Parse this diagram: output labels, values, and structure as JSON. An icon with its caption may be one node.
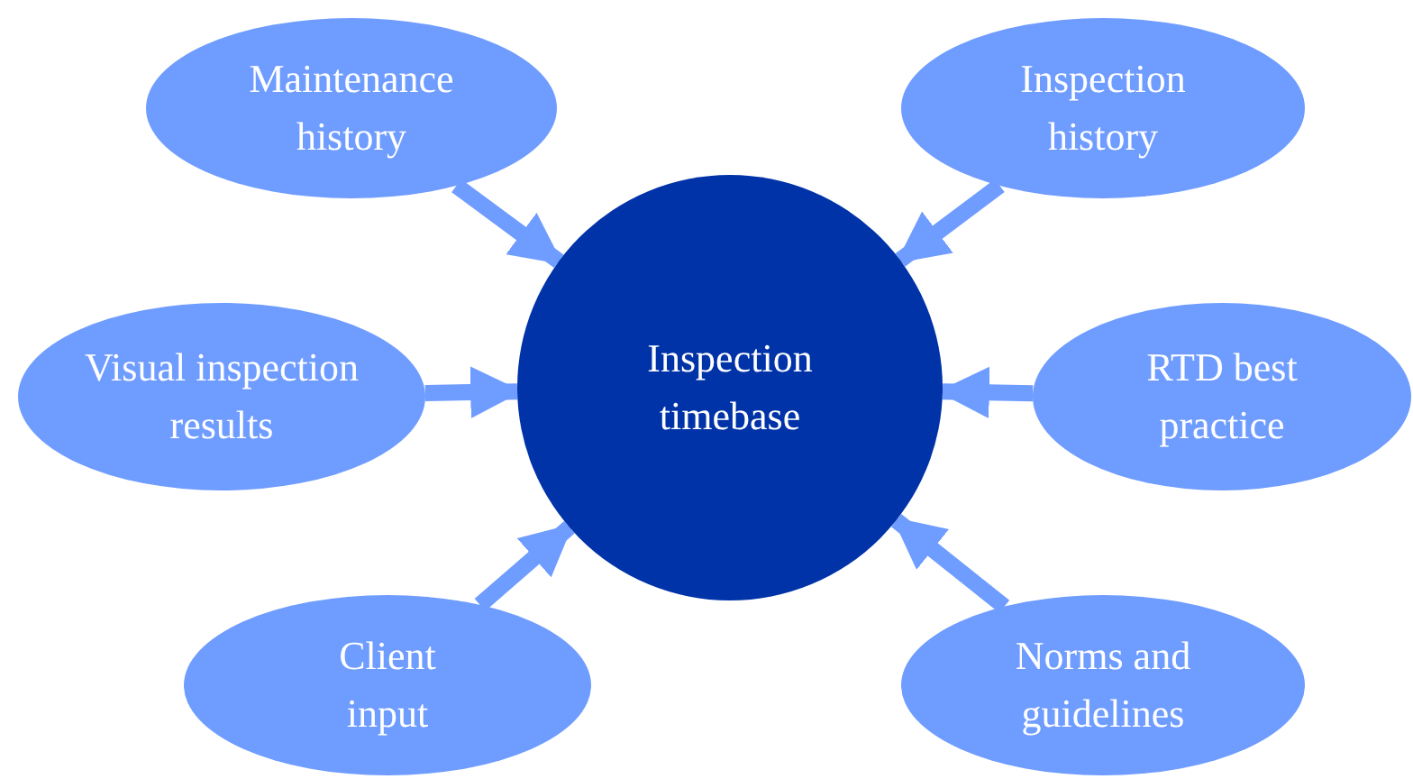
{
  "diagram": {
    "nodes": [
      {
        "text": [
          "Inspection timebase"
        ]
      },
      {
        "text": [
          "Maintenance history"
        ]
      },
      {
        "text": [
          "Inspection history"
        ]
      },
      {
        "text": [
          "Visual inspection results"
        ]
      },
      {
        "text": [
          "RTD best practice"
        ]
      },
      {
        "text": [
          "Client input"
        ]
      },
      {
        "text": [
          "Norms and guidelines"
        ]
      }
    ],
    "edges": [
      {
        "from": 1,
        "to": 0,
        "arrow": "to"
      },
      {
        "from": 2,
        "to": 0,
        "arrow": "to"
      },
      {
        "from": 3,
        "to": 0,
        "arrow": "to"
      },
      {
        "from": 4,
        "to": 0,
        "arrow": "to"
      },
      {
        "from": 5,
        "to": 0,
        "arrow": "to"
      },
      {
        "from": 6,
        "to": 0,
        "arrow": "to"
      }
    ]
  }
}
